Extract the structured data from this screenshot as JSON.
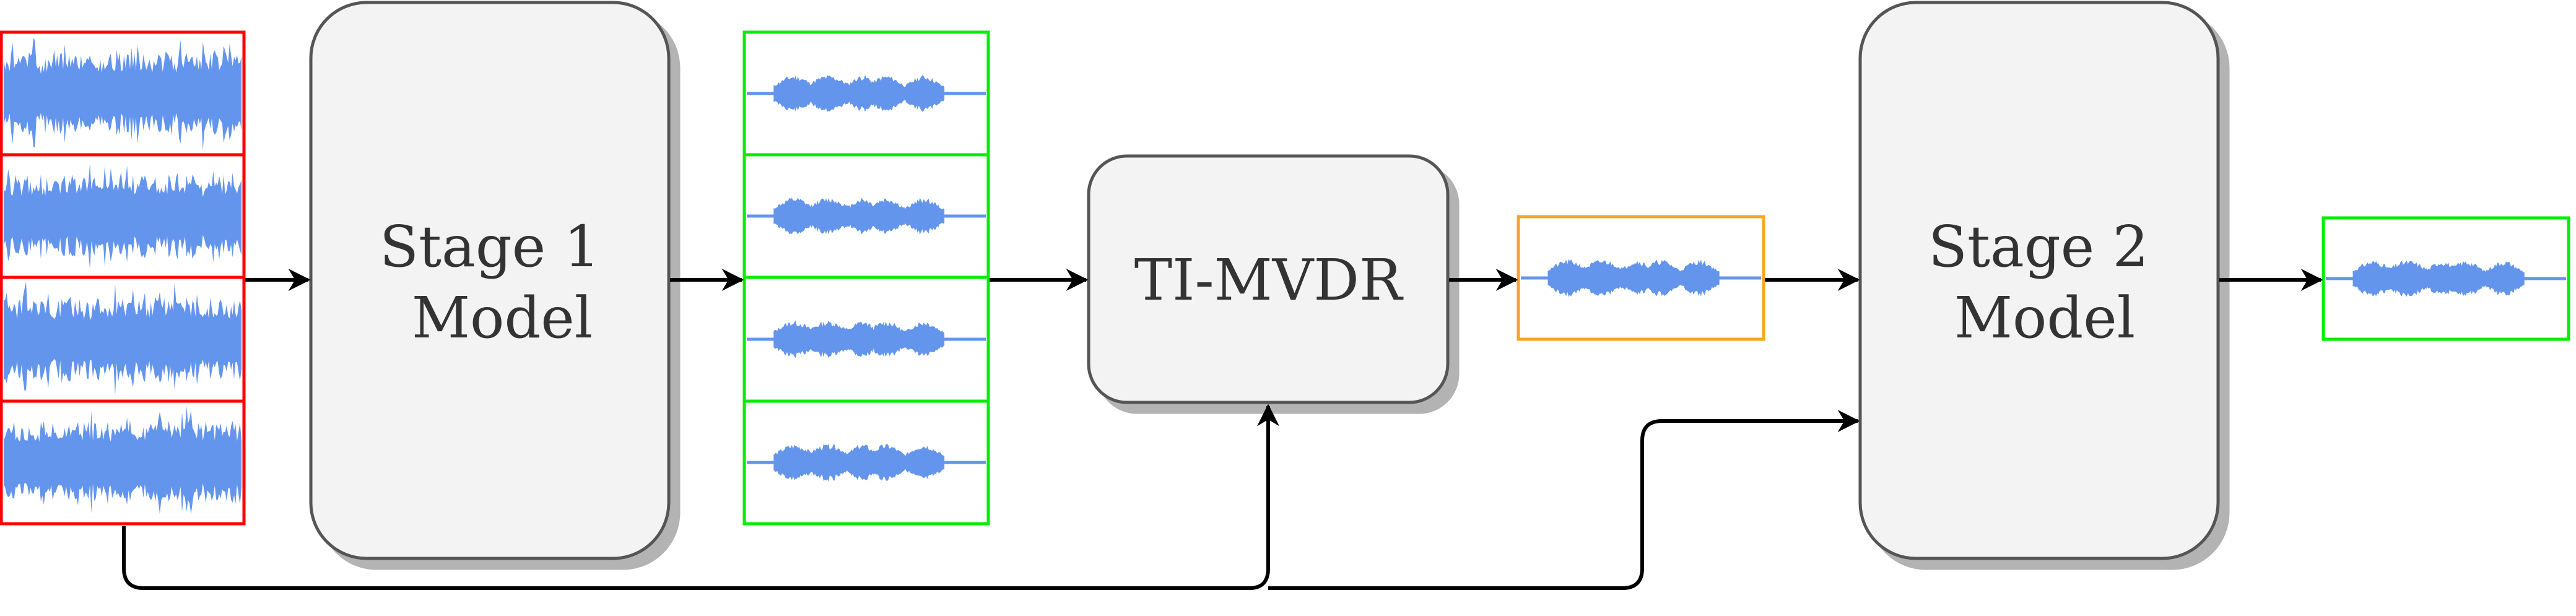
{
  "blocks": {
    "stage1": {
      "line1": "Stage 1",
      "line2": "Model"
    },
    "timvdr": {
      "label": "TI-MVDR"
    },
    "stage2": {
      "line1": "Stage 2",
      "line2": "Model"
    }
  },
  "colors": {
    "noisy_frame": "#FF0000",
    "enhanced_frame": "#00EE00",
    "beamformed_frame": "#F5A623",
    "waveform": "#6495ED",
    "block_fill": "#F3F3F3",
    "block_stroke": "#555555",
    "arrow": "#000000"
  },
  "icons": {
    "noisy_channel": "noisy-waveform-icon",
    "clean_channel": "speech-waveform-icon"
  }
}
